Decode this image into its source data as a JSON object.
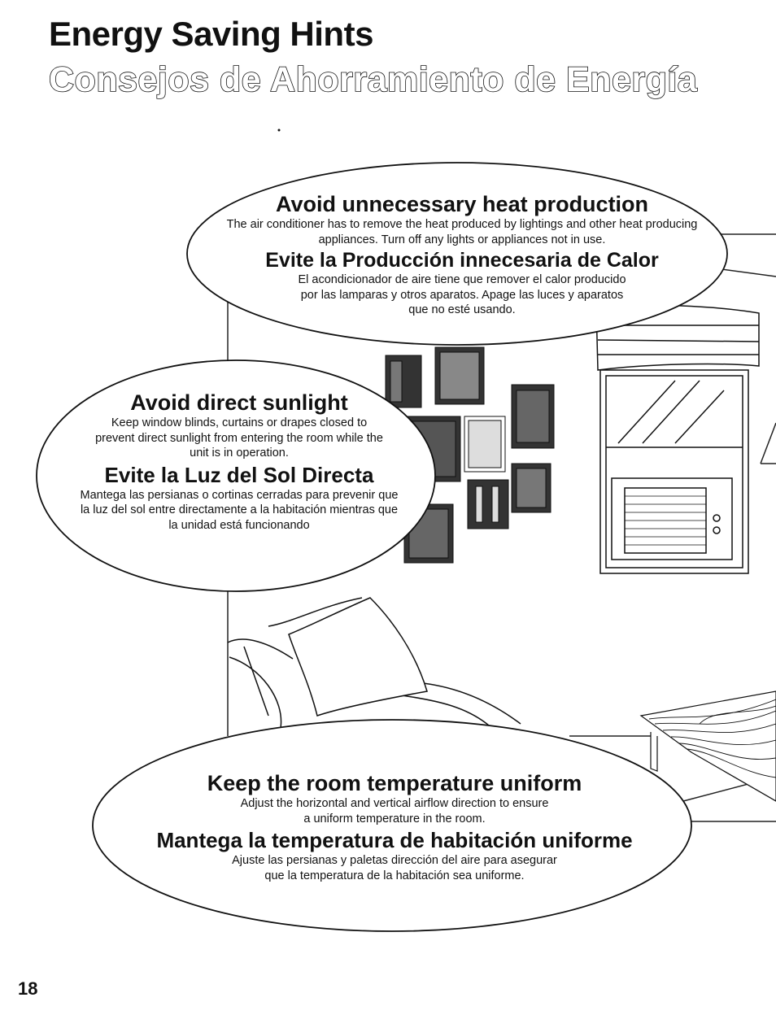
{
  "title": {
    "en": "Energy Saving Hints",
    "es": "Consejos de Ahorramiento de Energía"
  },
  "hints": [
    {
      "heading_en": "Avoid unnecessary heat production",
      "body_en": "The air conditioner has to remove the heat produced by lightings and other heat producing appliances. Turn off any lights or appliances not in use.",
      "heading_es": "Evite la Producción innecesaria de Calor",
      "body_es": "El acondicionador de aire tiene que remover el calor producido por las lamparas y otros aparatos. Apage las luces y aparatos que no esté usando."
    },
    {
      "heading_en": "Avoid direct sunlight",
      "body_en": "Keep window blinds, curtains or drapes closed to prevent direct sunlight from entering the room while the unit is in operation.",
      "heading_es": "Evite la Luz del Sol Directa",
      "body_es": "Mantega las persianas o cortinas cerradas para prevenir que la luz del sol entre directamente a la habitación mientras que la unidad está funcionando"
    },
    {
      "heading_en": "Keep the room temperature uniform",
      "body_en": "Adjust the horizontal and vertical airflow direction to ensure a uniform temperature in the room.",
      "heading_es": "Mantega la temperatura de habitación uniforme",
      "body_es": "Ajuste las persianas y paletas dirección del aire para asegurar que la temperatura de la habitación sea uniforme."
    }
  ],
  "page_number": "18",
  "illustration": {
    "icons": [
      "framed-pictures-icon",
      "window-air-conditioner-icon",
      "window-blind-icon",
      "sofa-icon",
      "pillow-icon",
      "wooden-table-icon"
    ]
  }
}
